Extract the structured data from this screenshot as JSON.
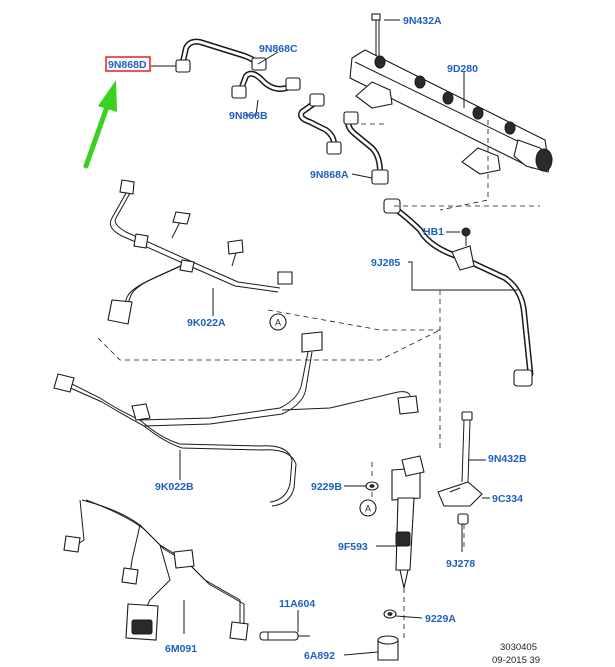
{
  "callouts": {
    "c_9n868d": "9N868D",
    "c_9n868c": "9N868C",
    "c_9n868b": "9N868B",
    "c_9n868a": "9N868A",
    "c_9n432a": "9N432A",
    "c_9d280": "9D280",
    "c_hb1": "HB1",
    "c_9j285": "9J285",
    "c_9k022a": "9K022A",
    "c_9k022b": "9K022B",
    "c_9n432b": "9N432B",
    "c_9c334": "9C334",
    "c_9j278": "9J278",
    "c_9229b": "9229B",
    "c_9f593": "9F593",
    "c_11a604": "11A604",
    "c_9229a": "9229A",
    "c_6m091": "6M091",
    "c_6a892": "6A892"
  },
  "refs": {
    "ref_a": "A"
  },
  "footer": {
    "doc_number": "3030405",
    "date_code": "09-2015 39"
  },
  "colors": {
    "callout": "#1f5fbf",
    "highlight_box": "#e0201c",
    "arrow": "#3ad21e",
    "line": "#1a1a1a"
  }
}
